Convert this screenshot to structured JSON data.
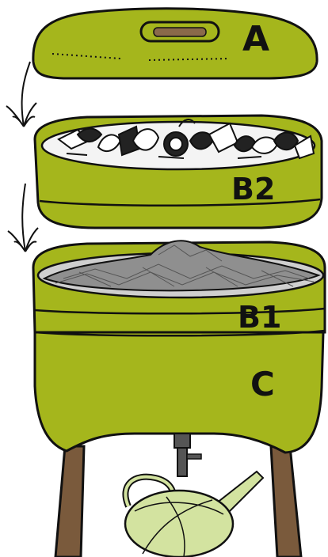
{
  "labels": {
    "lid": "A",
    "upper_tray": "B2",
    "lower_tray": "B1",
    "base": "C"
  },
  "colors": {
    "body": "#a5b61c",
    "body_dark": "#8e9e14",
    "outline": "#111111",
    "compost": "#8f8f8f",
    "handle": "#8a6a4a",
    "legs": "#7a5a3c",
    "can": "#d3e3a0",
    "tap": "#555555"
  },
  "icons": [
    "down-arrow-icon",
    "down-arrow-icon",
    "tap-icon",
    "watering-can-icon"
  ]
}
